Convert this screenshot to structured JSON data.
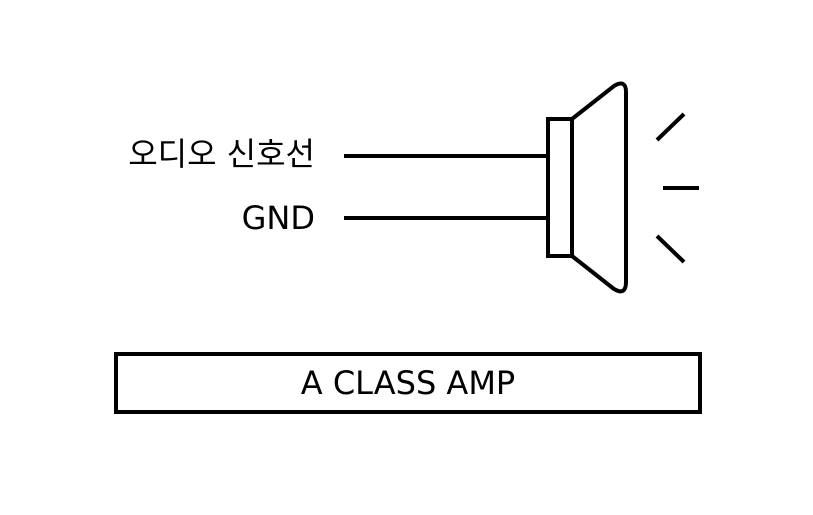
{
  "labels": {
    "audio_signal": "오디오 신호선",
    "ground": "GND"
  },
  "amplifier": {
    "label": "A CLASS AMP"
  },
  "icons": {
    "speaker": "speaker-icon",
    "sound_waves": "sound-wave-icon"
  },
  "colors": {
    "stroke": "#000000",
    "background": "#ffffff"
  }
}
